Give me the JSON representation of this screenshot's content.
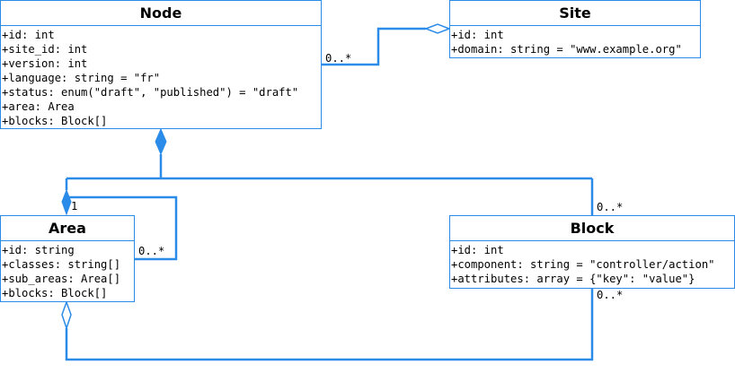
{
  "node": {
    "title": "Node",
    "attributes": [
      "+id: int",
      "+site_id: int",
      "+version: int",
      "+language: string = \"fr\"",
      "+status: enum(\"draft\", \"published\") = \"draft\"",
      "+area: Area",
      "+blocks: Block[]"
    ]
  },
  "site": {
    "title": "Site",
    "attributes": [
      "+id: int",
      "+domain: string = \"www.example.org\""
    ]
  },
  "area": {
    "title": "Area",
    "attributes": [
      "+id: string",
      "+classes: string[]",
      "+sub_areas: Area[]",
      "+blocks: Block[]"
    ]
  },
  "block": {
    "title": "Block",
    "attributes": [
      "+id: int",
      "+component: string = \"controller/action\"",
      "+attributes: array = {\"key\": \"value\"}"
    ]
  },
  "multiplicities": {
    "node_site": "0..*",
    "area_self_one": "1",
    "area_self_many": "0..*",
    "node_block": "0..*",
    "block_area": "0..*"
  },
  "colors": {
    "line": "#2b8be8"
  }
}
